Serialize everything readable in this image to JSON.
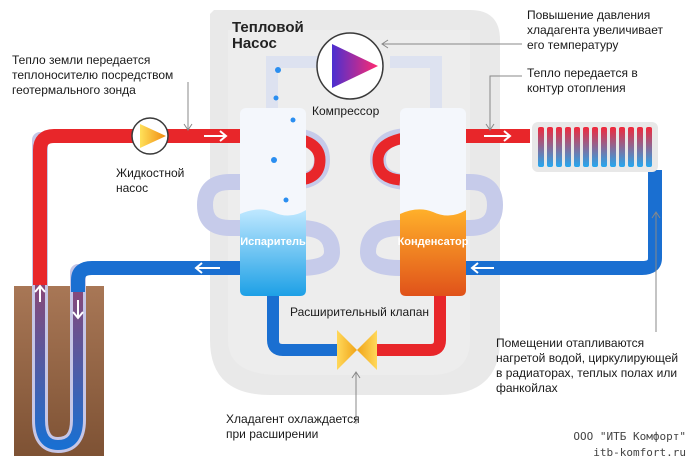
{
  "header": {
    "title": "Тепловой\nНасос"
  },
  "labels": {
    "ground_heat": "Тепло земли передается\nтеплоносителю посредством\nгеотермального зонда",
    "pump": "Жидкостной\nнасос",
    "compressor": "Компрессор",
    "compressor_note": "Повышение давления\nхладагента увеличивает\nего температуру",
    "heat_transfer": "Тепло передается в\nконтур отопления",
    "evaporator": "Испаритель",
    "condenser": "Конденсатор",
    "valve": "Расширительный клапан",
    "valve_note": "Хладагент охлаждается\nпри расширении",
    "rooms_note": "Помещении отапливаются\nнагретой водой, циркулирующей\nв радиаторах, теплых полах или\nфанкойлах"
  },
  "credit": {
    "company": "ООО \"ИТБ Комфорт\"",
    "site": "itb-komfort.ru"
  },
  "colors": {
    "hot": "#e8262a",
    "cold": "#1a6fd1",
    "housing": "#e6e6e6",
    "ground": "#9a6b4a",
    "pump": "#f7b21a",
    "compressor": "#7a2fb0"
  }
}
